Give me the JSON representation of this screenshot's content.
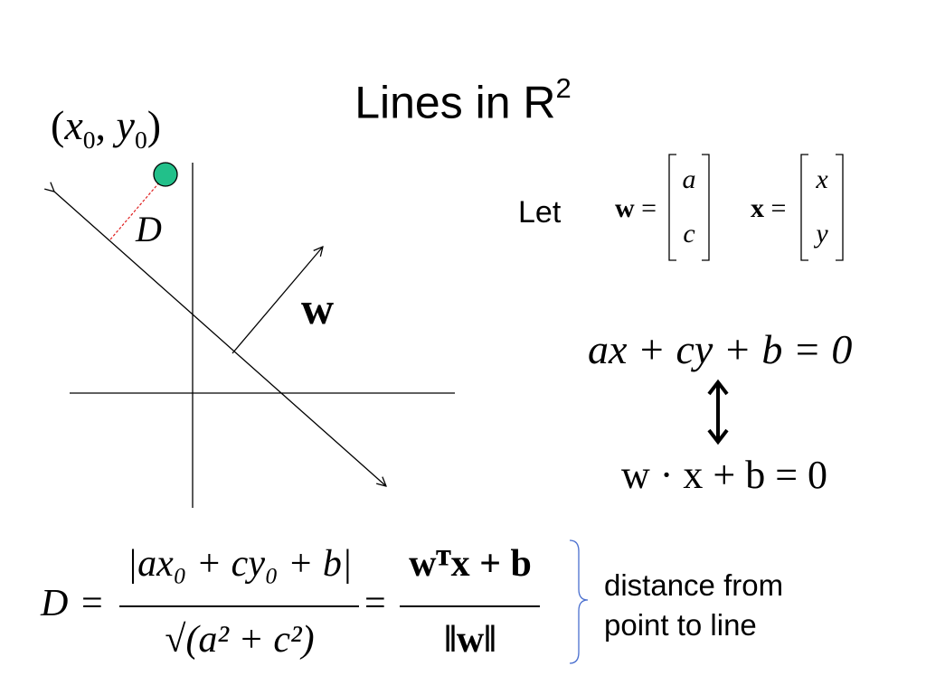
{
  "title": {
    "text": "Lines in R",
    "sup": "2"
  },
  "labels": {
    "point_open": "(",
    "point_x": "x",
    "point_x_sub": "0",
    "point_comma": ",",
    "point_y": "y",
    "point_y_sub": "0",
    "point_close": ")",
    "distance": "D",
    "normal_vector": "w"
  },
  "definitions": {
    "let": "Let",
    "w_name": "w",
    "x_name": "x",
    "equals": "=",
    "w_entries": [
      "a",
      "c"
    ],
    "x_entries": [
      "x",
      "y"
    ]
  },
  "equation_general": "ax + cy + b = 0",
  "equivalence_arrow": "⇕",
  "equation_vector": "w · x + b = 0",
  "formula": {
    "lhs": "D",
    "eq1": "=",
    "numerator1": "|ax₀ + cy₀ + b|",
    "denominator1": "√(a² + c²)",
    "eq2": "=",
    "numerator2": "wᵀx + b",
    "denominator2": "‖w‖"
  },
  "note": {
    "line1": "distance from",
    "line2": "point to line"
  },
  "colors": {
    "point_fill": "#22c08a",
    "distance_line": "#e02020",
    "brace": "#4a6fcf",
    "ink": "#000000"
  }
}
